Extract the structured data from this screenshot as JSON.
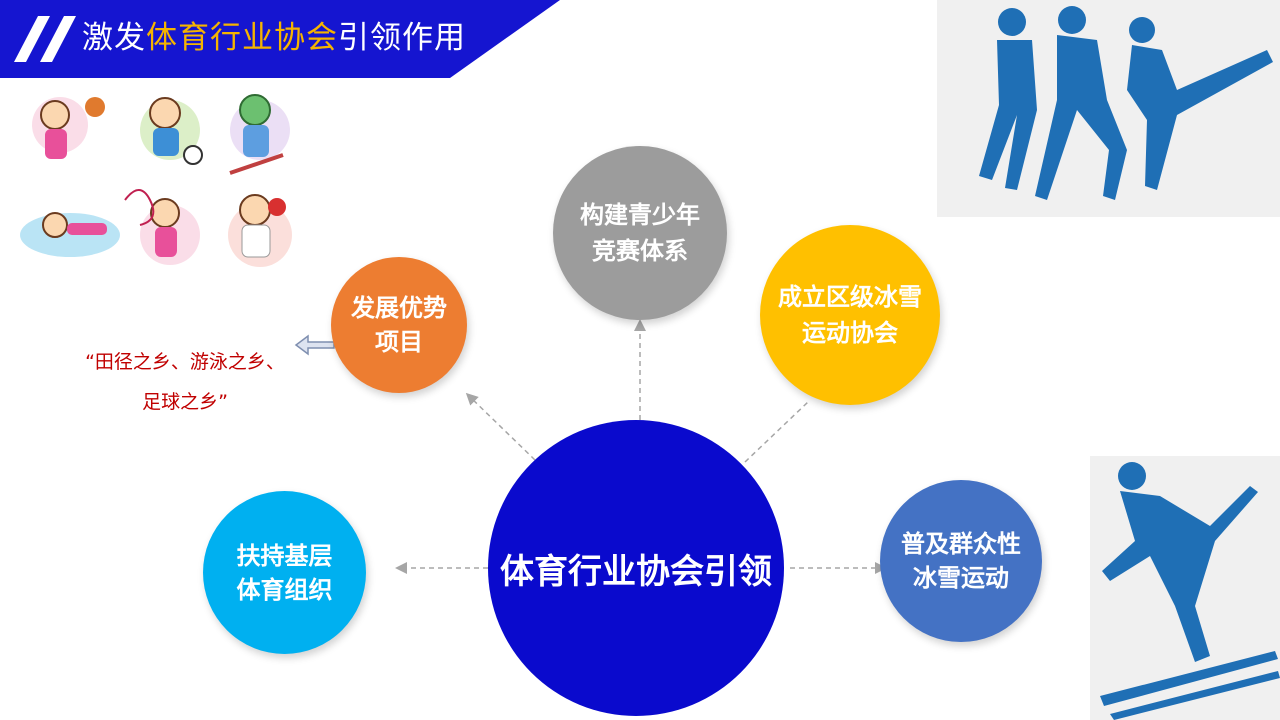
{
  "header": {
    "title_prefix": "激发",
    "title_highlight": "体育行业协会",
    "title_suffix": "引领作用"
  },
  "diagram": {
    "center": {
      "label": "体育行业协会引领",
      "color": "#0a0acd"
    },
    "nodes": [
      {
        "id": "youth",
        "label": "构建青少年\n竞赛体系",
        "color": "#9c9c9c"
      },
      {
        "id": "snow-assoc",
        "label": "成立区级冰雪\n运动协会",
        "color": "#ffc000"
      },
      {
        "id": "popular",
        "label": "普及群众性\n冰雪运动",
        "color": "#4472c4"
      },
      {
        "id": "grassroots",
        "label": "扶持基层\n体育组织",
        "color": "#00b0f0"
      },
      {
        "id": "advantage",
        "label": "发展优势\n项目",
        "color": "#ed7d31"
      }
    ],
    "note": "“田径之乡、游泳之乡、\n足球之乡”"
  },
  "images": {
    "kids": "cartoon-kids-sports-illustration",
    "skaters": "figure-skaters-pictogram",
    "skier": "skier-pictogram"
  }
}
